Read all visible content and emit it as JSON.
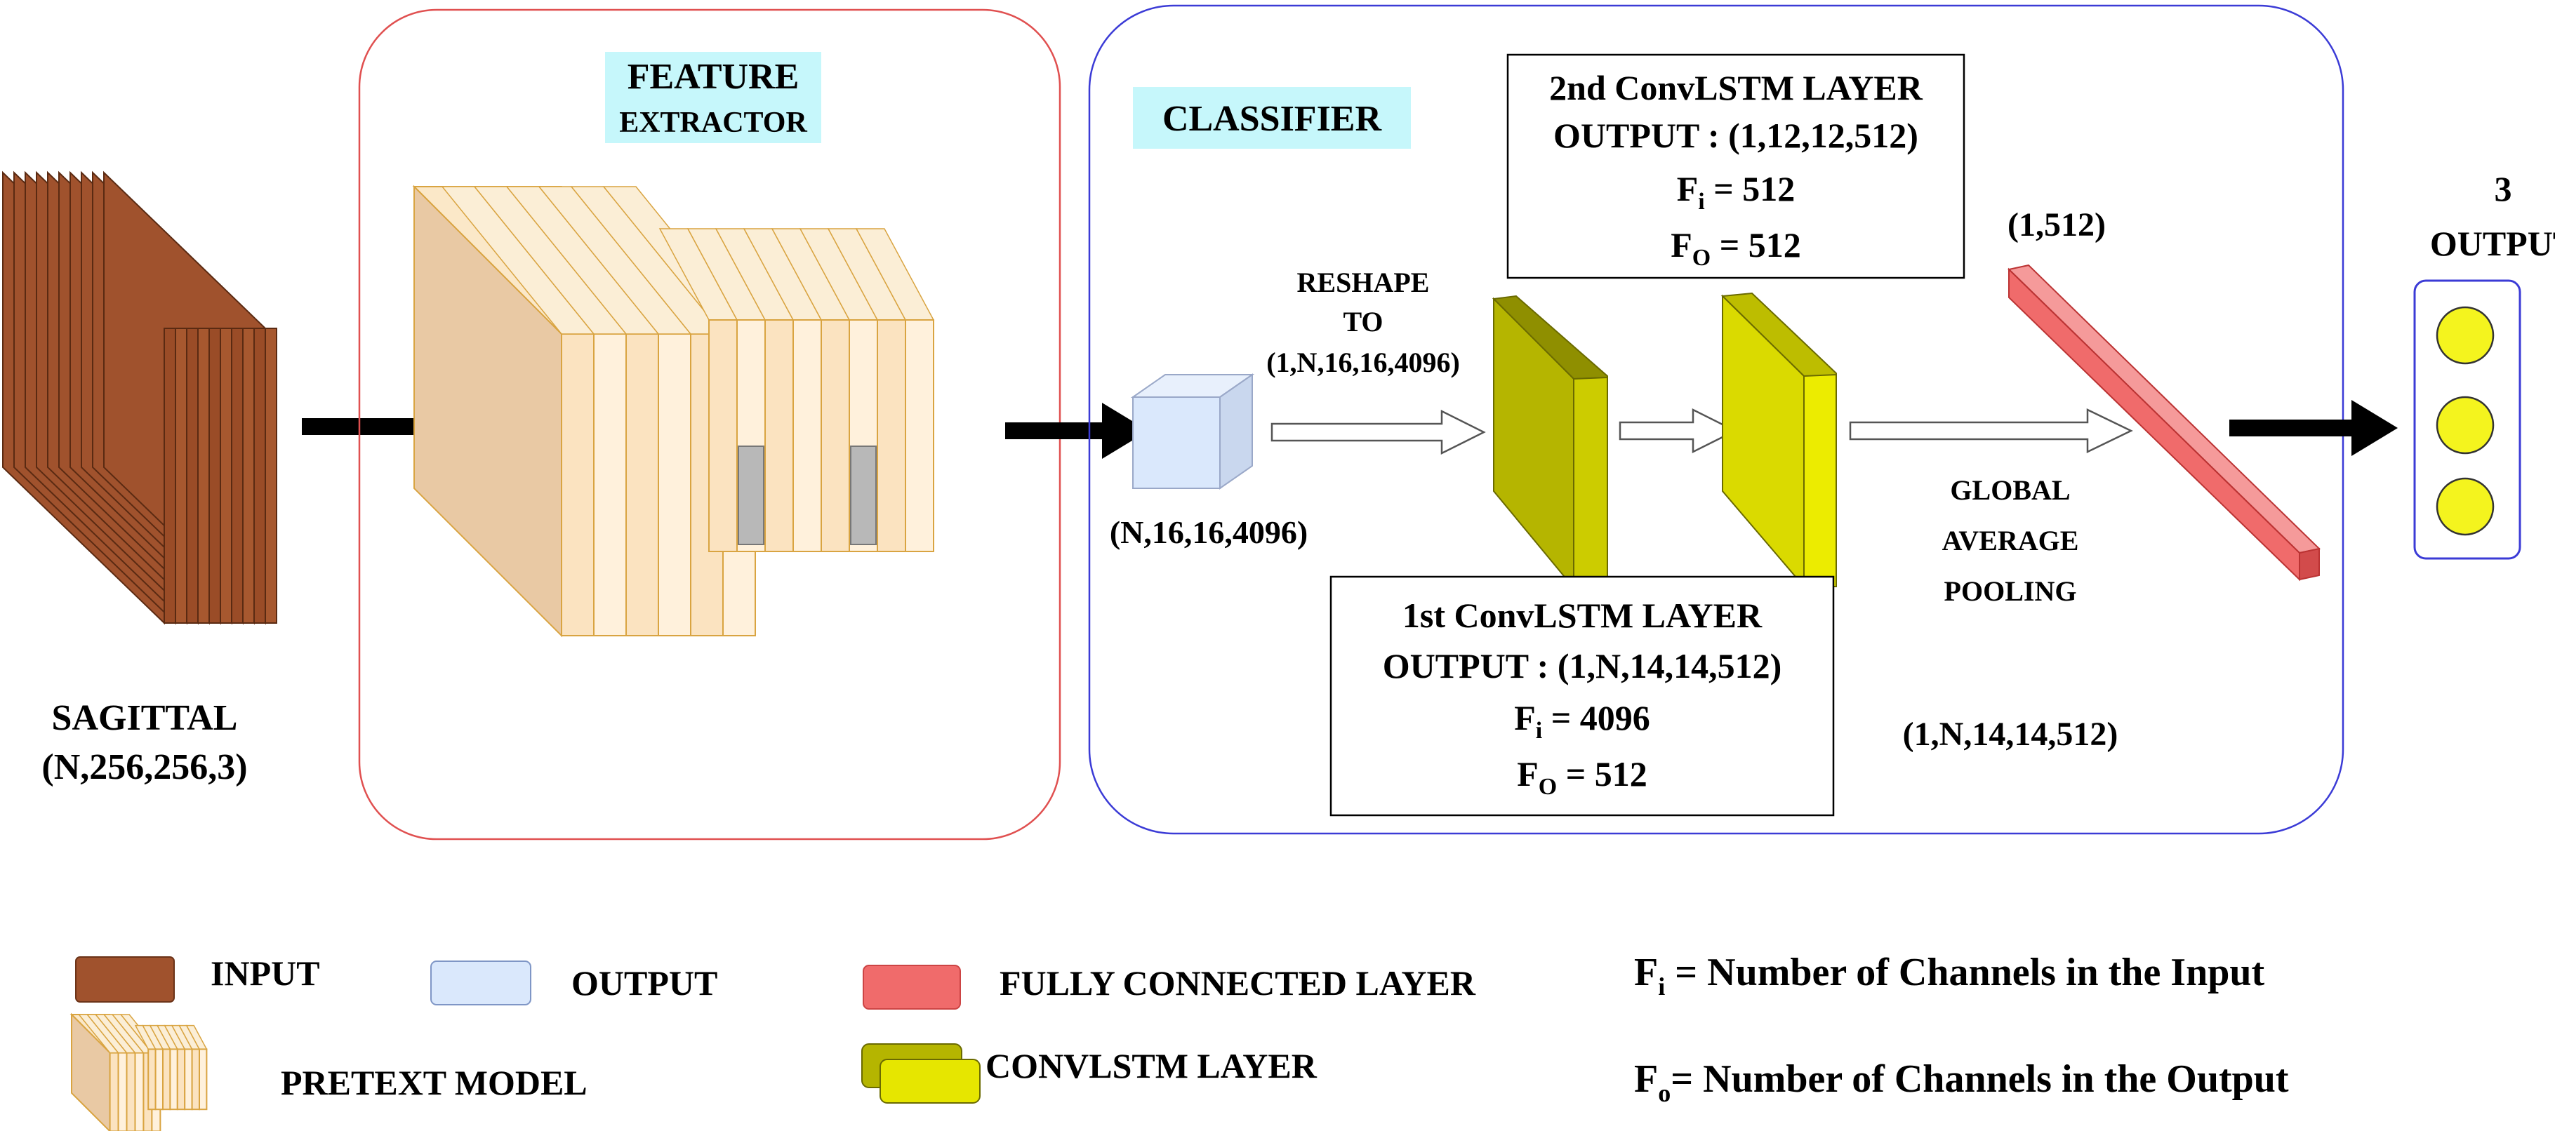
{
  "colors": {
    "input": "#a0522d",
    "output": "#dae8fc",
    "fc": "#f06b6b",
    "convlstm_dark": "#b5b500",
    "convlstm_light": "#e6e600",
    "pretext": "#fbe3c0",
    "feature_border": "#e05050",
    "classifier_border": "#3b3bd6",
    "label_bg": "#c6f7fb",
    "yellow_node": "#f4f41e"
  },
  "input": {
    "label": "SAGITTAL",
    "shape": "(N,256,256,3)"
  },
  "feature_extractor": {
    "title_line1": "FEATURE",
    "title_line2": "EXTRACTOR"
  },
  "classifier": {
    "title": "CLASSIFIER",
    "output_shape": "(N,16,16,4096)",
    "reshape_line1": "RESHAPE",
    "reshape_line2": "TO",
    "reshape_line3": "(1,N,16,16,4096)",
    "layer1": {
      "title": "1st ConvLSTM LAYER",
      "output": "OUTPUT : (1,N,14,14,512)",
      "fi": "F",
      "fi_sub": "i",
      "fi_val": " = 4096",
      "fo": "F",
      "fo_sub": "O",
      "fo_val": " = 512"
    },
    "layer2": {
      "title": "2nd ConvLSTM LAYER",
      "output": "OUTPUT : (1,12,12,512)",
      "fi": "F",
      "fi_sub": "i",
      "fi_val": " = 512",
      "fo": "F",
      "fo_sub": "O",
      "fo_val": " = 512"
    },
    "gap_line1": "GLOBAL",
    "gap_line2": "AVERAGE",
    "gap_line3": "POOLING",
    "gap_shape": "(1,N,14,14,512)",
    "fc_shape": "(1,512)"
  },
  "output": {
    "count": "3",
    "label": "OUTPUT"
  },
  "legend": {
    "input": "INPUT",
    "output": "OUTPUT",
    "fc": "FULLY CONNECTED LAYER",
    "pretext": "PRETEXT MODEL",
    "convlstm": "CONVLSTM LAYER",
    "fi_letter": "F",
    "fi_sub": "i",
    "fi_desc": " = Number of Channels in the Input",
    "fo_letter": "F",
    "fo_sub": "o",
    "fo_desc": "= Number of Channels in the Output"
  }
}
